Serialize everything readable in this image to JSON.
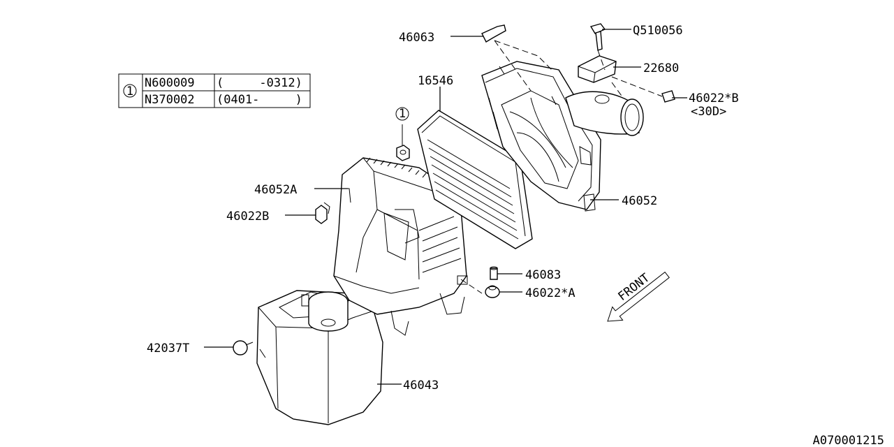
{
  "table": {
    "ref": "1",
    "rows": [
      {
        "part": "N600009",
        "range": "(     -0312)"
      },
      {
        "part": "N370002",
        "range": "(0401-     )"
      }
    ]
  },
  "callout_ref": "1",
  "labels": {
    "l46063": "46063",
    "lQ510056": "Q510056",
    "l22680": "22680",
    "l16546": "16546",
    "l46022B_star": "46022*B",
    "l30D": "<30D>",
    "l46052A": "46052A",
    "l46022B": "46022B",
    "l46052": "46052",
    "l46083": "46083",
    "l46022A_star": "46022*A",
    "l42037T": "42037T",
    "l46043": "46043"
  },
  "front_label": "FRONT",
  "diagram_code": "A070001215"
}
